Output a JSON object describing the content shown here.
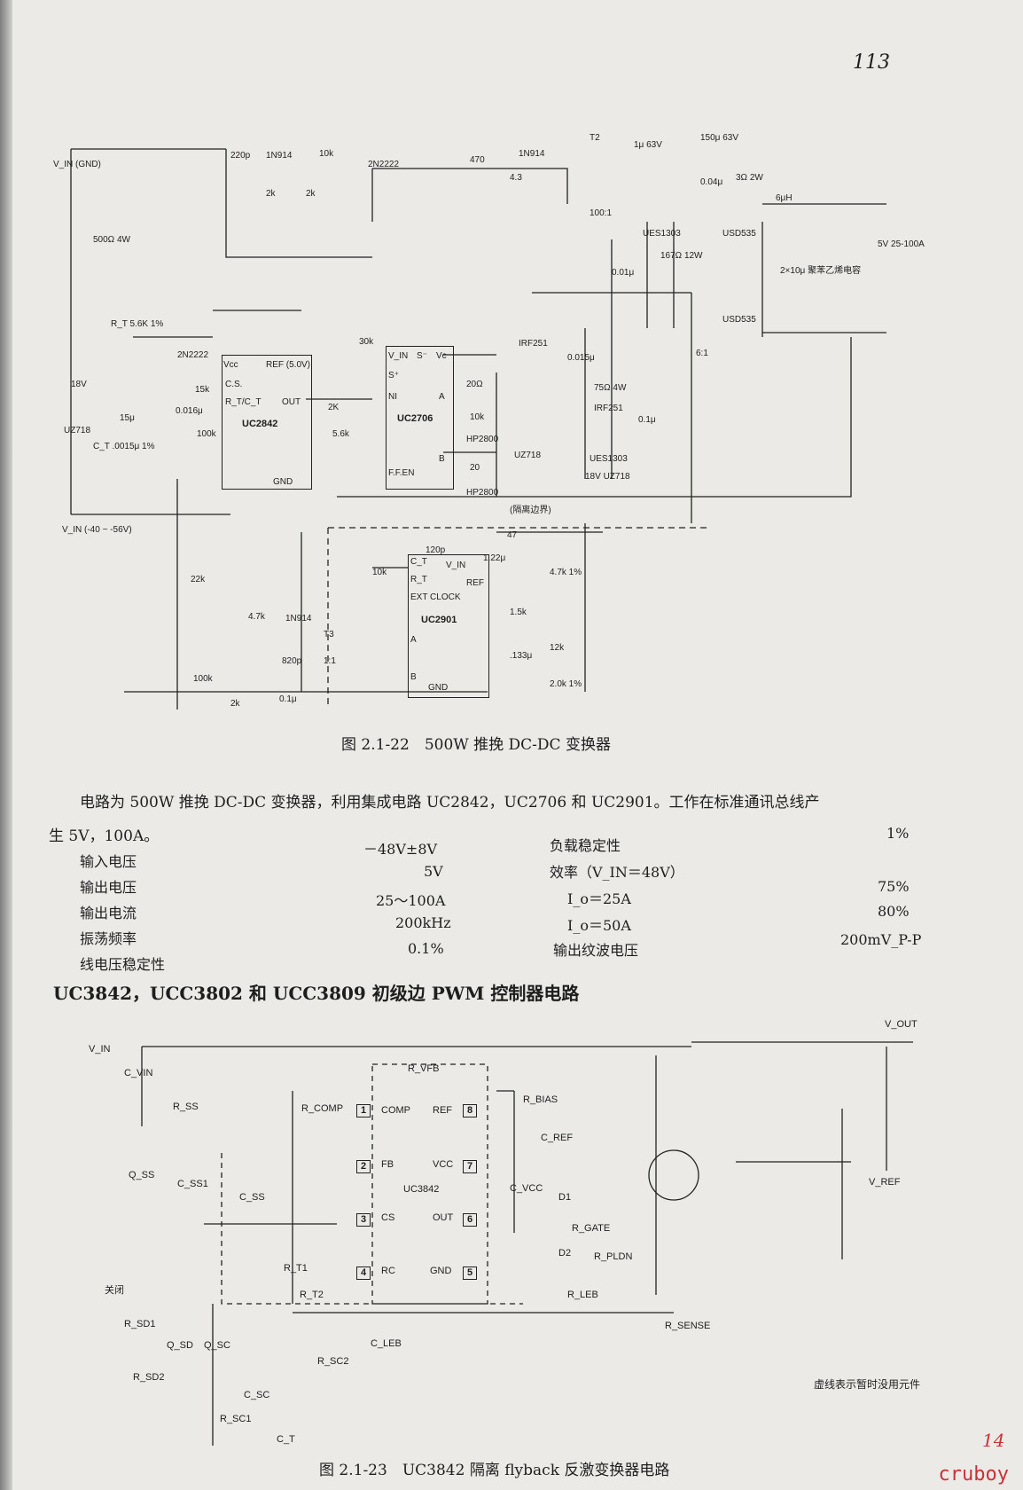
{
  "page_number": "113",
  "figure1": {
    "caption": "图 2.1-22　500W 推挽 DC-DC 变换器",
    "ics": [
      "UC2842",
      "UC2706",
      "UC2901"
    ],
    "labels": [
      "V_IN (GND)",
      "500Ω 4W",
      "220p",
      "1N914",
      "10k",
      "2N2222",
      "470",
      "1N914",
      "4.3",
      "2k",
      "2k",
      "T2",
      "100:1",
      "1μ 63V",
      "150μ 63V",
      "0.04μ",
      "3Ω 2W",
      "6μH",
      "UES1303",
      "USD535",
      "167Ω 12W",
      "0.01μ",
      "5V 25-100A",
      "2×10μ 聚苯乙烯电容",
      "USD535",
      "6:1",
      "IRF251",
      "0.015μ",
      "75Ω 4W",
      "IRF251",
      "UES1303",
      "18V UZ718",
      "(隔离边界)",
      "R_T 5.6K 1%",
      "2N2222",
      "15k",
      "18V",
      "15μ",
      "UZ718",
      "C_T .0015μ 1%",
      "0.016μ",
      "100k",
      "30k",
      "2K",
      "5.6k",
      "V_IN (-40 ~ -56V)",
      "22k",
      "4.7k",
      "1N914",
      "820p",
      "100k",
      "2k",
      "0.1μ",
      "T3",
      "1:1",
      "120p",
      "47",
      "1.22μ",
      "10k",
      "4.7k 1%",
      "1.5k",
      "12k",
      ".133μ",
      "2.0k 1%",
      "HP2800",
      "HP2800",
      "20Ω",
      "20",
      "10k",
      "UZ718",
      "0.1μ"
    ],
    "uc2842_pins": [
      "Vcc",
      "REF (5.0V)",
      "C.S.",
      "R_T/C_T",
      "OUT",
      "GND"
    ],
    "uc2706_pins": [
      "V_IN",
      "S⁻",
      "Vc",
      "S⁺",
      "NI",
      "A",
      "B",
      "F.F.EN"
    ],
    "uc2901_pins": [
      "C_T",
      "V_IN",
      "R_T",
      "EXT CLOCK",
      "REF",
      "A",
      "B",
      "GND"
    ]
  },
  "paragraph": "电路为 500W 推挽 DC-DC 变换器，利用集成电路 UC2842，UC2706 和 UC2901。工作在标准通讯总线产",
  "paragraph_cont": "生 5V，100A。",
  "specs_left": [
    {
      "label": "输入电压",
      "value": "－48V±8V"
    },
    {
      "label": "输出电压",
      "value": "5V"
    },
    {
      "label": "输出电流",
      "value": "25～100A"
    },
    {
      "label": "振荡频率",
      "value": "200kHz"
    },
    {
      "label": "线电压稳定性",
      "value": "0.1%"
    }
  ],
  "specs_right": [
    {
      "label": "负载稳定性",
      "value": "1%"
    },
    {
      "label": "效率（V_IN＝48V）",
      "value": ""
    },
    {
      "label": "I_o＝25A",
      "value": "75%"
    },
    {
      "label": "I_o＝50A",
      "value": "80%"
    },
    {
      "label": "输出纹波电压",
      "value": "200mV_P-P"
    }
  ],
  "section_title": "UC3842，UCC3802 和 UCC3809 初级边 PWM 控制器电路",
  "figure2": {
    "caption": "图 2.1-23　UC3842 隔离 flyback 反激变换器电路",
    "ic": "UC3842",
    "pins": [
      "1",
      "COMP",
      "2",
      "FB",
      "3",
      "CS",
      "4",
      "RC",
      "8",
      "REF",
      "7",
      "VCC",
      "6",
      "OUT",
      "5",
      "GND"
    ],
    "labels": [
      "V_IN",
      "C_VIN",
      "R_SS",
      "Q_SS",
      "C_SS1",
      "C_SS",
      "R_COMP",
      "R_VFB",
      "R_BIAS",
      "C_REF",
      "C_VCC",
      "D1",
      "R_GATE",
      "D2",
      "R_PLDN",
      "R_T1",
      "R_T2",
      "R_LEB",
      "R_SENSE",
      "C_LEB",
      "关闭",
      "R_SD1",
      "Q_SD",
      "R_SD2",
      "Q_SC",
      "R_SC2",
      "C_SC",
      "R_SC1",
      "C_T",
      "V_OUT",
      "V_REF"
    ],
    "note": "虚线表示暂时没用元件"
  },
  "watermark": "cruboy",
  "handwritten_mark": "14"
}
